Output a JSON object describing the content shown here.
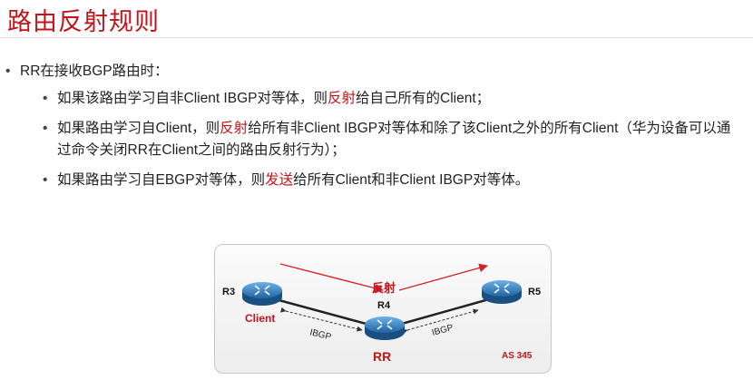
{
  "title": "路由反射规则",
  "bullets": {
    "b1": "RR在接收BGP路由时：",
    "b2_pre": "如果该路由学习自非Client IBGP对等体，则",
    "b2_red": "反射",
    "b2_post": "给自己所有的Client；",
    "b3_pre": "如果路由学习自Client，则",
    "b3_red": "反射",
    "b3_post": "给所有非Client IBGP对等体和除了该Client之外的所有Client（华为设备可以通",
    "b3_line2": "过命令关闭RR在Client之间的路由反射行为）；",
    "b4_pre": "如果路由学习自EBGP对等体，则",
    "b4_red": "发送",
    "b4_post": "给所有Client和非Client IBGP对等体。"
  },
  "diagram": {
    "r3": "R3",
    "r4": "R4",
    "r5": "R5",
    "client": "Client",
    "rr": "RR",
    "reflect": "反射",
    "ibgp_left": "IBGP",
    "ibgp_right": "IBGP",
    "as": "AS 345"
  },
  "colors": {
    "accent_red": "#c0151b",
    "router_blue": "#2f7fc0"
  }
}
